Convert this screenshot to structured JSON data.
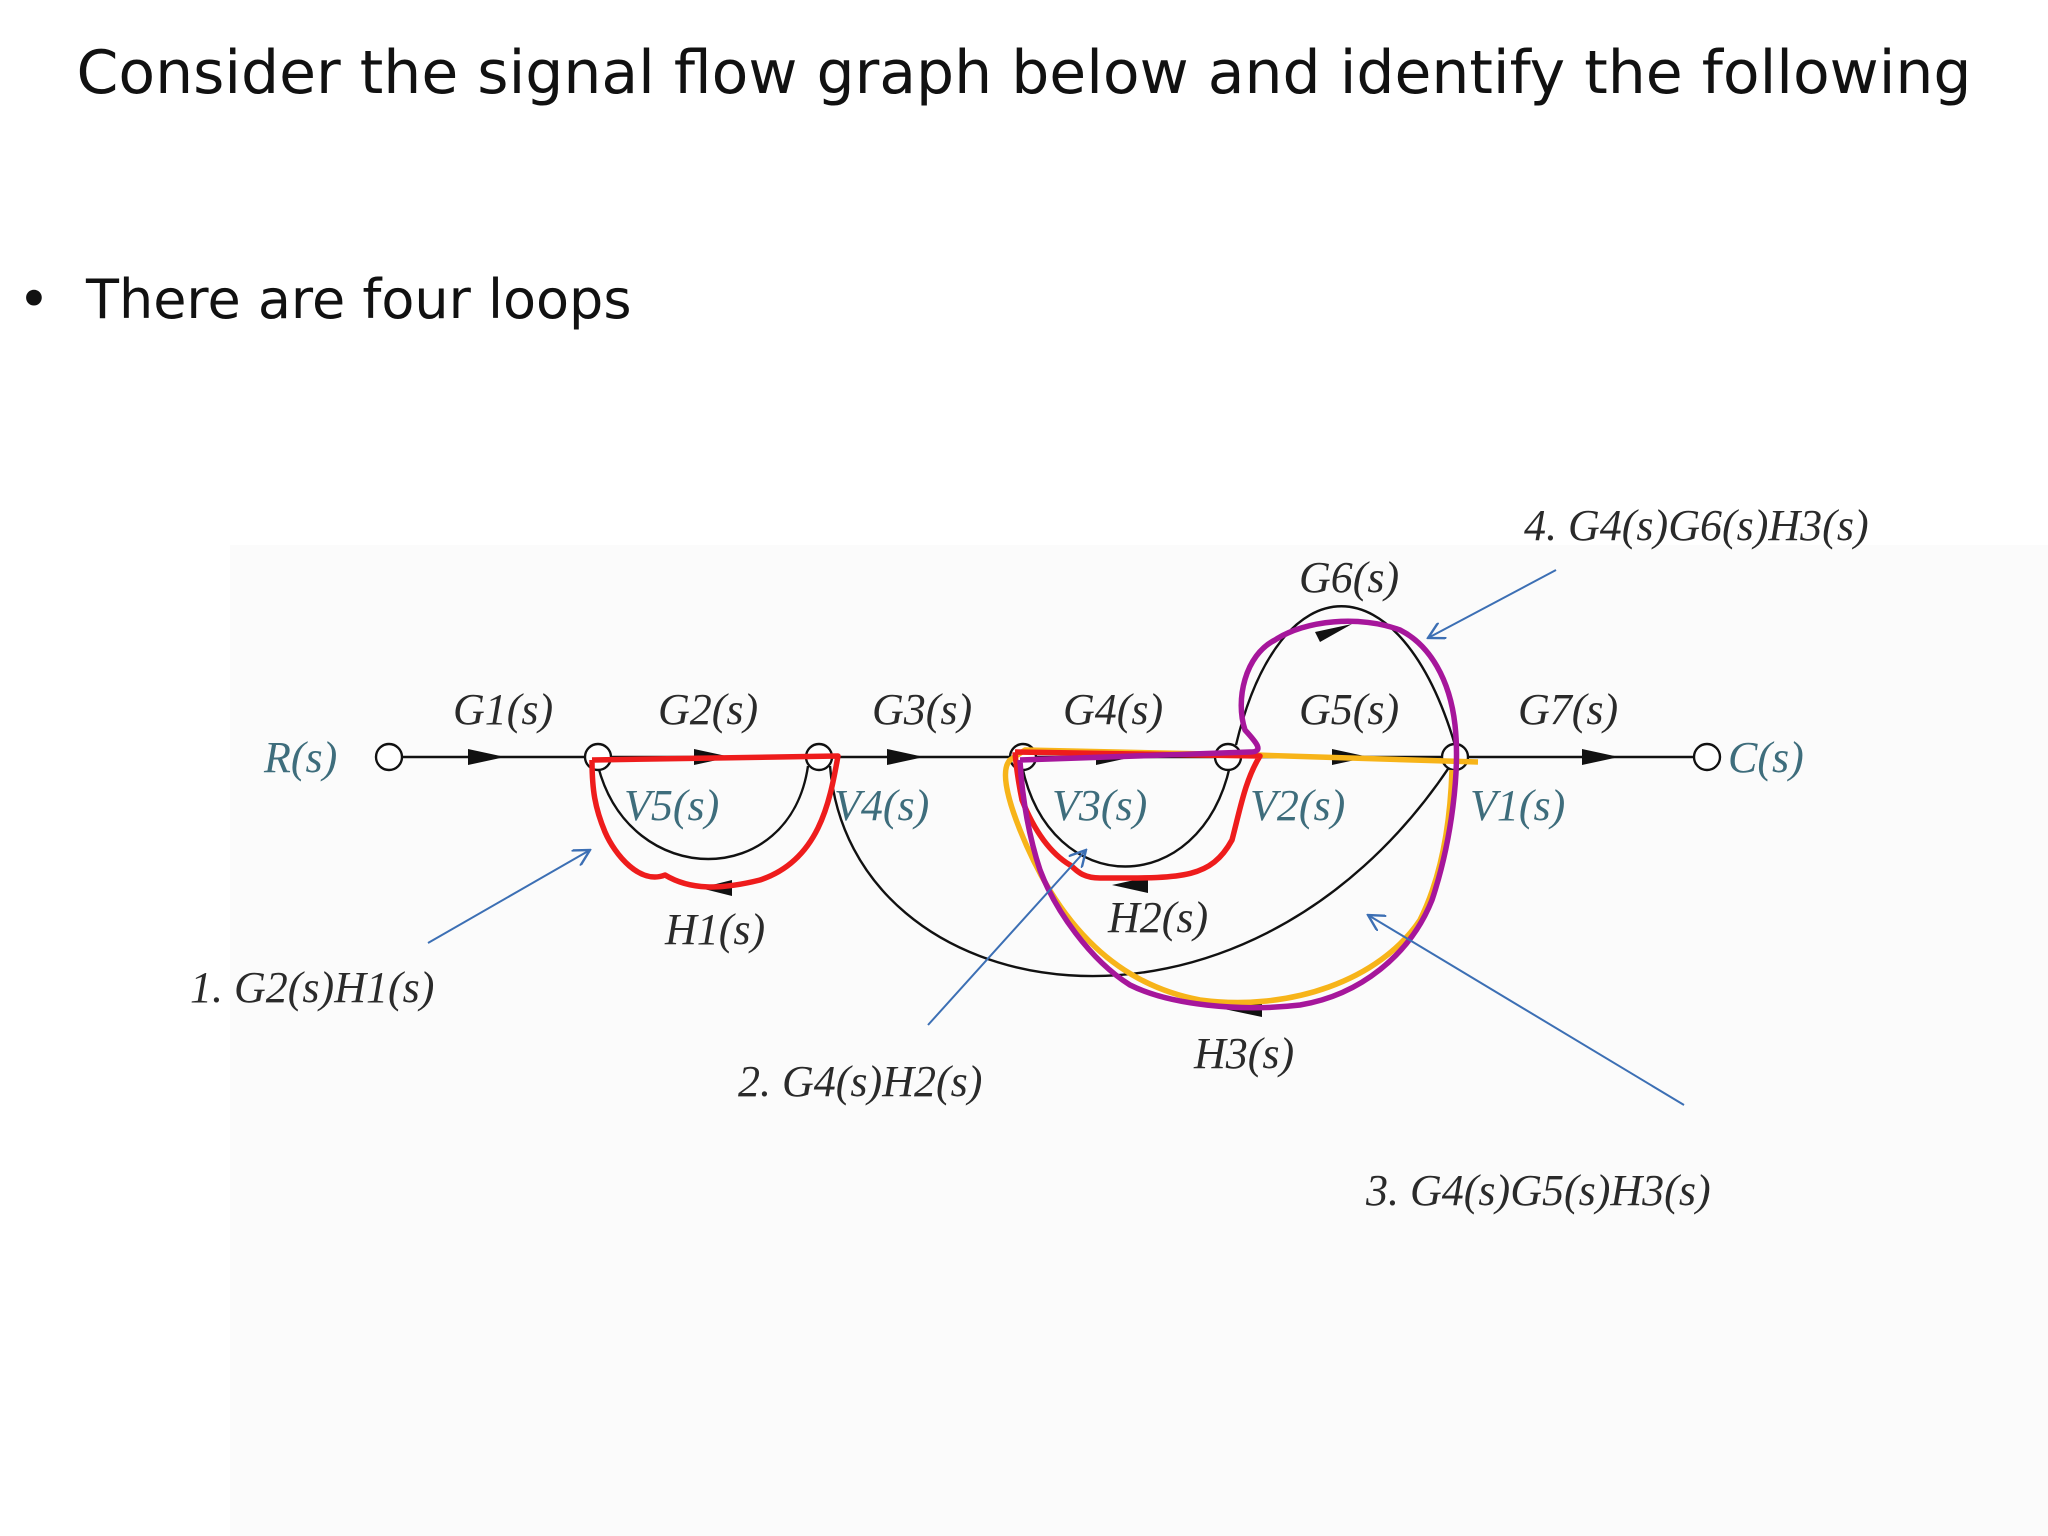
{
  "slide": {
    "title": "Consider the signal flow graph below and identify the following",
    "bullet_marker": "•",
    "bullet_text": "There are four loops"
  },
  "diagram": {
    "input_label": "R(s)",
    "output_label": "C(s)",
    "forward_gains": [
      "G1(s)",
      "G2(s)",
      "G3(s)",
      "G4(s)",
      "G5(s)",
      "G7(s)"
    ],
    "branch_gain_top": "G6(s)",
    "node_labels": [
      "V5(s)",
      "V4(s)",
      "V3(s)",
      "V2(s)",
      "V1(s)"
    ],
    "feedback_gains": [
      "H1(s)",
      "H2(s)",
      "H3(s)"
    ]
  },
  "annotations": [
    {
      "label": "1. G2(s)H1(s)"
    },
    {
      "label": "2. G4(s)H2(s)"
    },
    {
      "label": "3. G4(s)G5(s)H3(s)"
    },
    {
      "label": "4. G4(s)G6(s)H3(s)"
    }
  ],
  "colors": {
    "loop1": "#ee1c1c",
    "loop2": "#ee1c1c",
    "loop3": "#f7b419",
    "loop4": "#a6169b",
    "pointer_arrows": "#3c6fb4",
    "node_label_text": "#3e6d7c"
  }
}
